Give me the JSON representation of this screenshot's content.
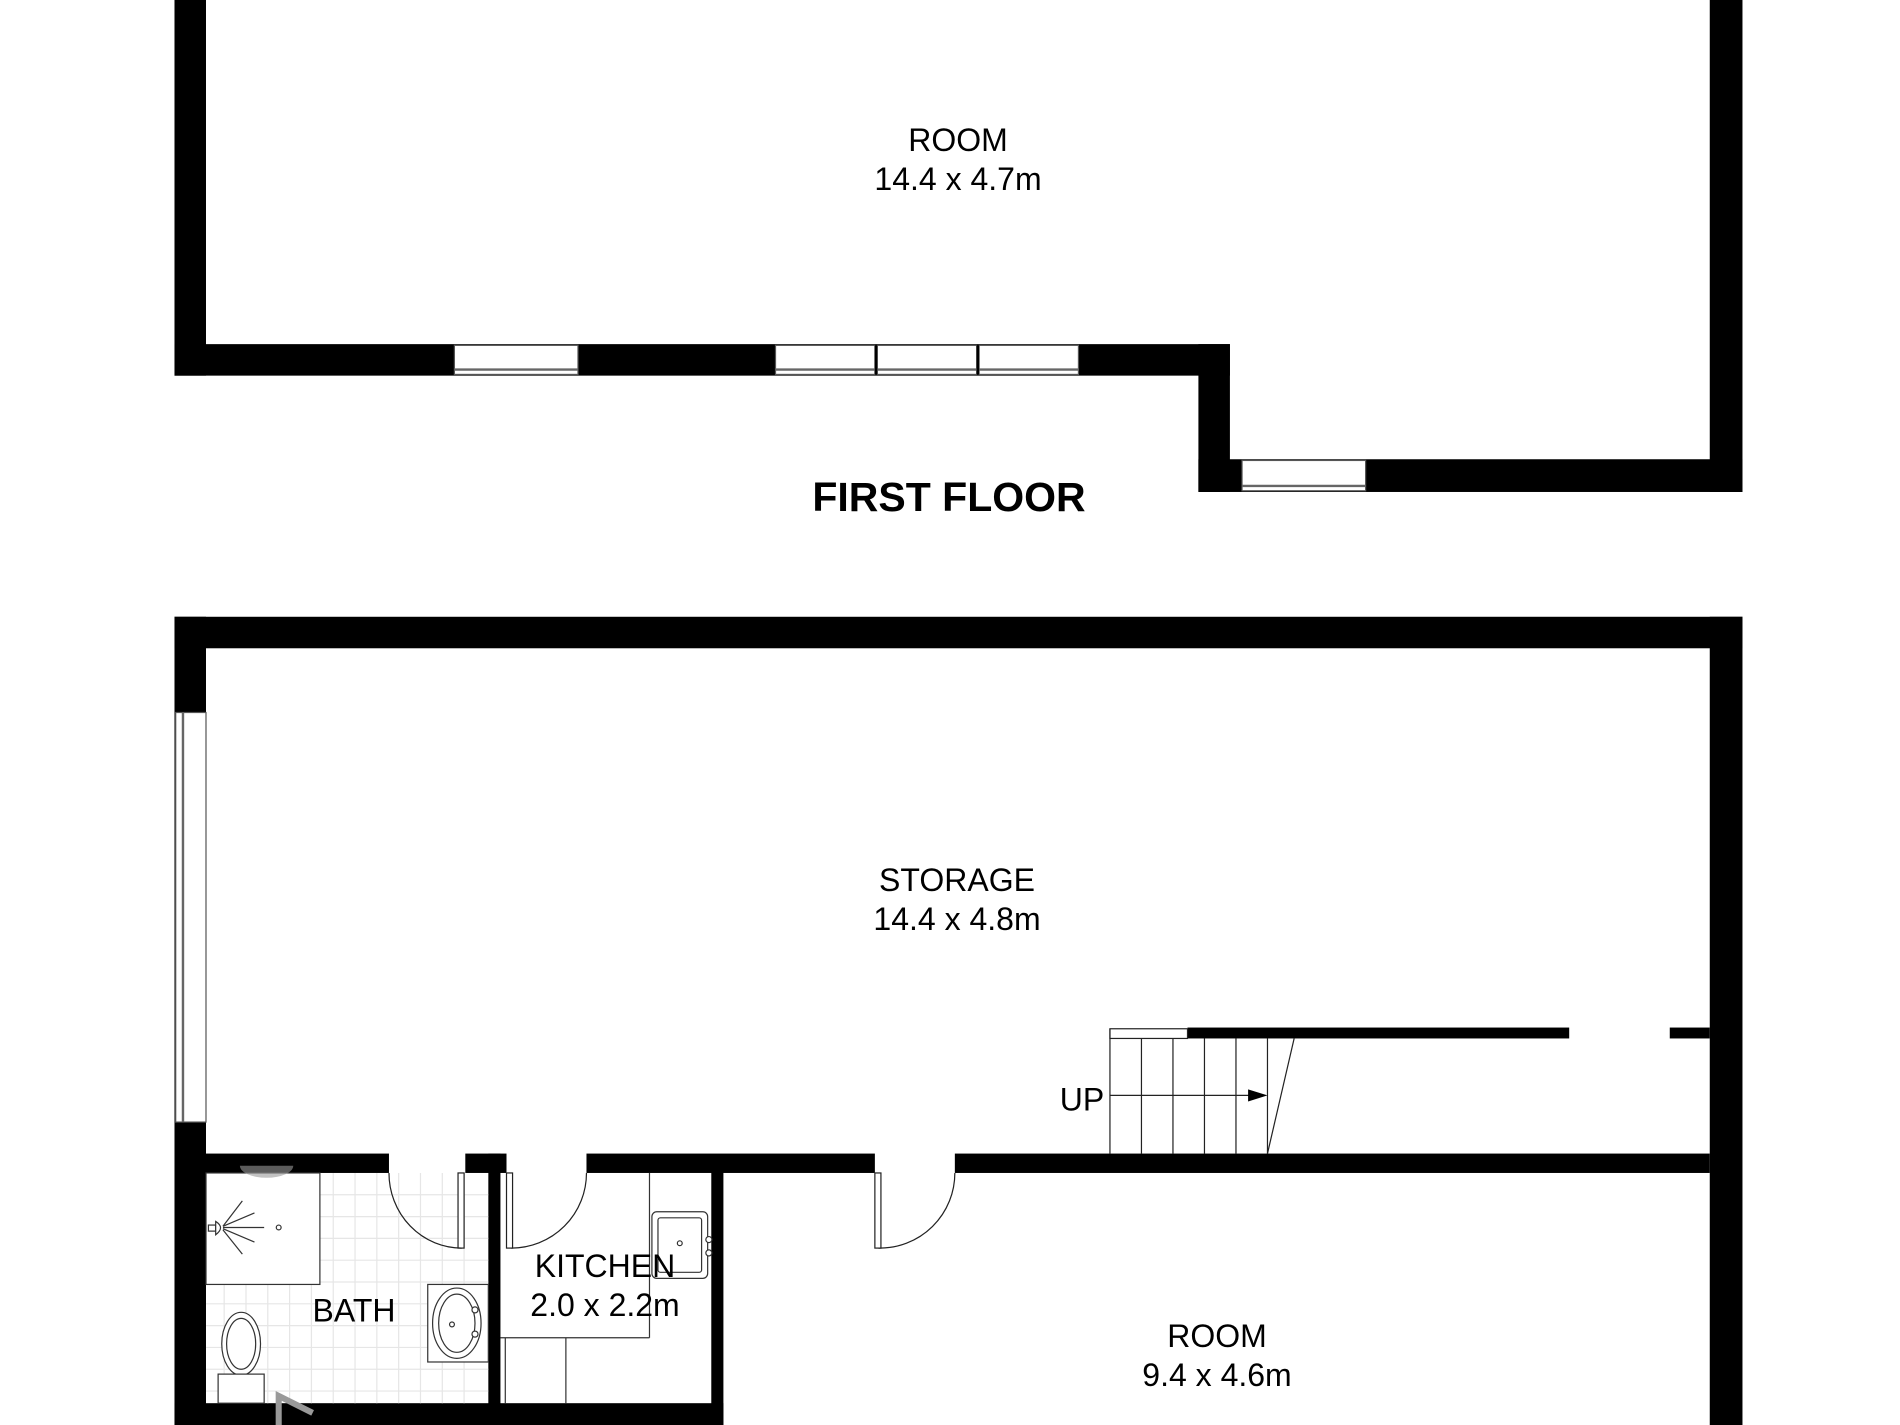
{
  "floor_plan": {
    "floors": [
      {
        "title": "FIRST FLOOR",
        "rooms": [
          {
            "name": "ROOM",
            "dimensions": "14.4 x 4.7m"
          }
        ]
      },
      {
        "title": "",
        "rooms": [
          {
            "name": "STORAGE",
            "dimensions": "14.4 x 4.8m"
          },
          {
            "name": "BATH",
            "dimensions": ""
          },
          {
            "name": "KITCHEN",
            "dimensions": "2.0 x 2.2m"
          },
          {
            "name": "ROOM",
            "dimensions": "9.4 x 4.6m"
          }
        ],
        "stair_label": "UP"
      }
    ],
    "colors": {
      "wall": "#000000",
      "background": "#ffffff",
      "fixture_line": "#333333",
      "tile": "#e6e6e6"
    }
  }
}
